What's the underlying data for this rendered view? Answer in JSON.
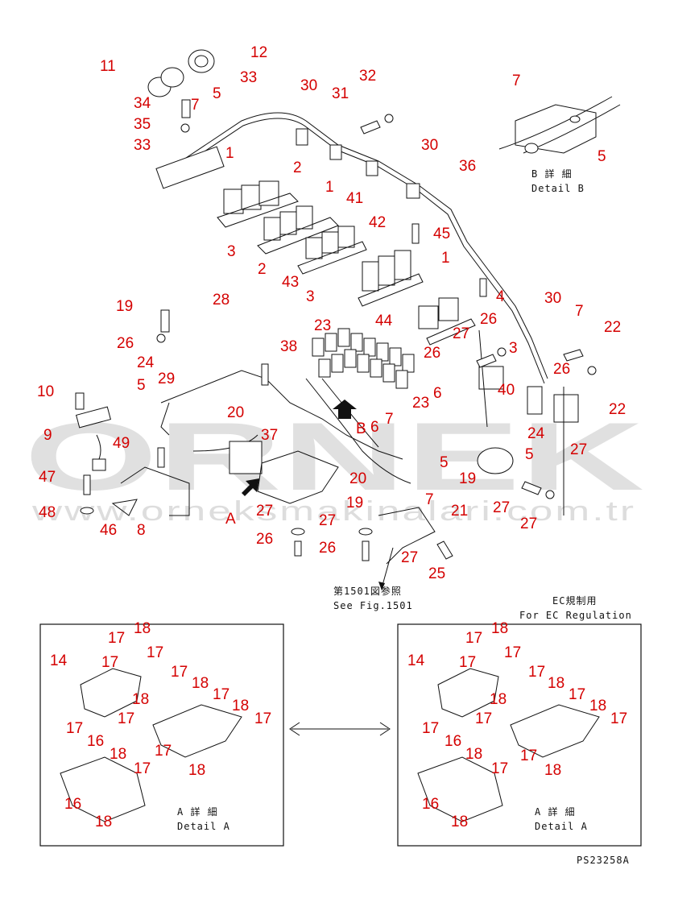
{
  "labels": {
    "top": [
      "11",
      "12",
      "34",
      "7",
      "5",
      "33",
      "35",
      "33",
      "1",
      "30",
      "31",
      "32",
      "30",
      "36",
      "2",
      "1",
      "41",
      "3",
      "2",
      "43",
      "42",
      "45",
      "3",
      "1",
      "44",
      "4",
      "30",
      "26",
      "27",
      "26",
      "3",
      "40",
      "24",
      "7",
      "26",
      "22",
      "27",
      "22",
      "28",
      "19",
      "26",
      "23",
      "27",
      "24",
      "38",
      "29",
      "10",
      "5",
      "6",
      "20",
      "23",
      "9",
      "49",
      "37",
      "B",
      "7",
      "6",
      "20",
      "47",
      "48",
      "46",
      "8",
      "A",
      "27",
      "19",
      "19",
      "7",
      "5",
      "26",
      "27",
      "21",
      "26",
      "27",
      "25",
      "5",
      "27",
      "1"
    ],
    "detail_left": [
      "18",
      "17",
      "14",
      "17",
      "17",
      "18",
      "17",
      "17",
      "18",
      "17",
      "18",
      "17",
      "17",
      "16",
      "18",
      "17",
      "17",
      "18",
      "16",
      "18"
    ],
    "detail_right": [
      "18",
      "17",
      "14",
      "17",
      "17",
      "18",
      "17",
      "17",
      "18",
      "17",
      "18",
      "17",
      "17",
      "16",
      "18",
      "17",
      "17",
      "18",
      "16",
      "18"
    ]
  },
  "captions": {
    "detail_b_jp": "B 詳 細",
    "detail_b_en": "Detail B",
    "see_fig_jp": "第1501図参照",
    "see_fig_en": "See Fig.1501",
    "ec_jp": "EC規制用",
    "ec_en": "For EC Regulation",
    "detail_a_jp": "A 詳 細",
    "detail_a_en": "Detail A",
    "detail_a2_jp": "A 詳 細",
    "detail_a2_en": "Detail A",
    "code": "PS23258A"
  },
  "watermark": {
    "main": "ORNEK",
    "url": "www.orneksmakinalari.com.tr"
  }
}
